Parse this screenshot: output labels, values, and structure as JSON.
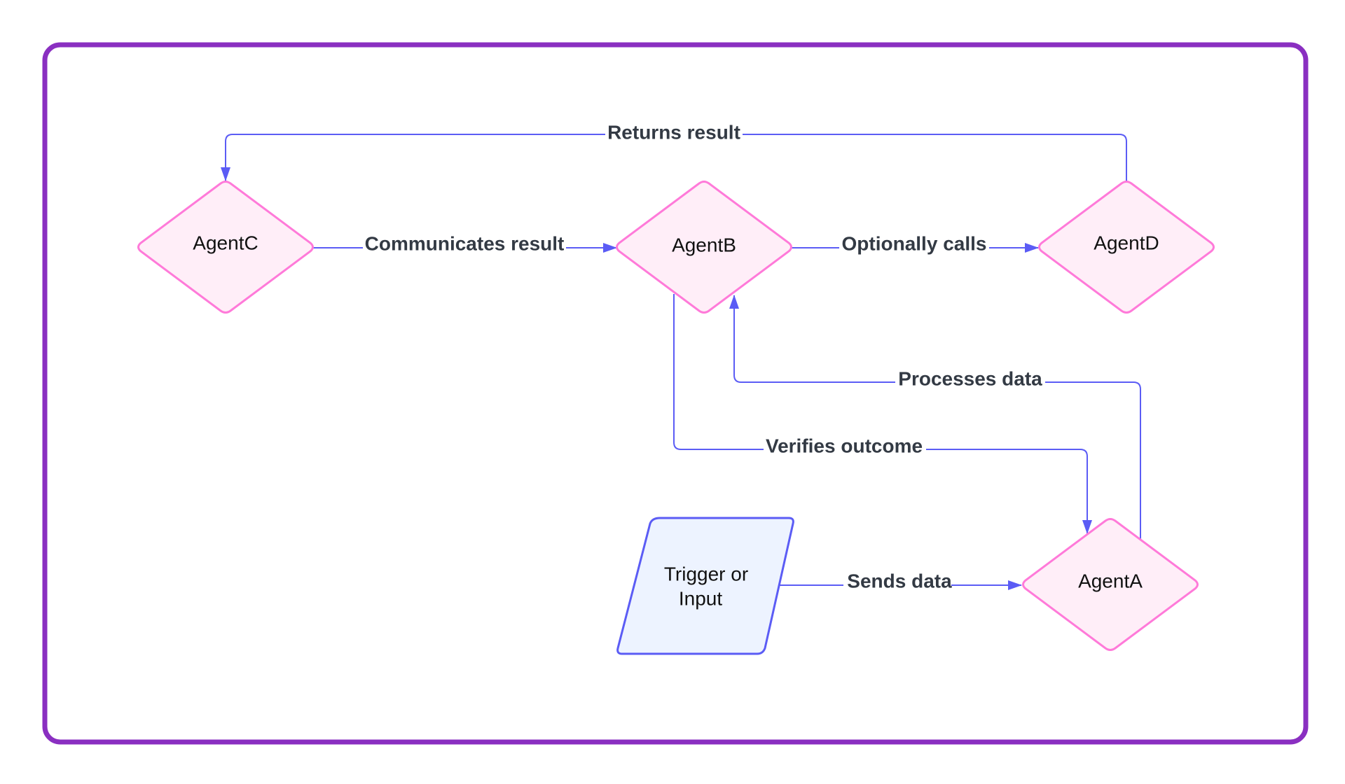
{
  "colors": {
    "frame": "#8a2fc1",
    "edge": "#5b5cf5",
    "agent_fill": "#ffeef8",
    "agent_stroke": "#ff7ad9",
    "input_fill": "#edf3ff",
    "input_stroke": "#5b5cf5",
    "edge_label": "#333a44",
    "node_text": "#111111"
  },
  "nodes": {
    "agent_a": {
      "label": "AgentA",
      "shape": "diamond"
    },
    "agent_b": {
      "label": "AgentB",
      "shape": "diamond"
    },
    "agent_c": {
      "label": "AgentC",
      "shape": "diamond"
    },
    "agent_d": {
      "label": "AgentD",
      "shape": "diamond"
    },
    "trigger": {
      "lines": [
        "Trigger or",
        "Input"
      ],
      "shape": "parallelogram"
    }
  },
  "edges": {
    "returns_result": {
      "label": "Returns result",
      "from": "AgentD",
      "to": "AgentC"
    },
    "communicates_result": {
      "label": "Communicates result",
      "from": "AgentC",
      "to": "AgentB"
    },
    "optionally_calls": {
      "label": "Optionally calls",
      "from": "AgentB",
      "to": "AgentD"
    },
    "processes_data": {
      "label": "Processes data",
      "from": "AgentA",
      "to": "AgentB"
    },
    "verifies_outcome": {
      "label": "Verifies outcome",
      "from": "AgentB",
      "to": "AgentA"
    },
    "sends_data": {
      "label": "Sends data",
      "from": "Trigger or Input",
      "to": "AgentA"
    }
  }
}
